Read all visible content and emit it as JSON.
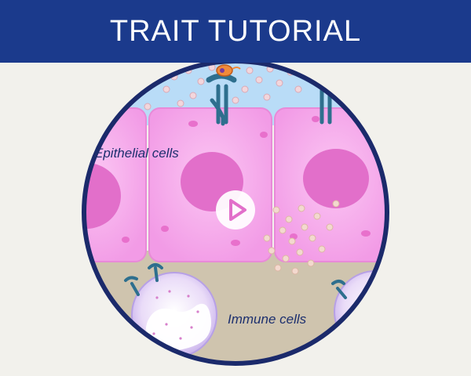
{
  "header": {
    "title": "TRAIT TUTORIAL"
  },
  "video": {
    "play_label": "Play",
    "labels": {
      "epithelial": "Epithelial cells",
      "immune": "Immune cells"
    }
  },
  "colors": {
    "header_bg": "#1b3a8c",
    "page_bg": "#f2f1ec",
    "circle_border": "#1b2a6b",
    "lumen": "#b9dcf7",
    "cell_fill": "#f7a8ea",
    "nucleus": "#e06bc8",
    "tissue": "#c8bda8",
    "receptor": "#2e6f8e",
    "immune_cell": "#e6d9f6"
  },
  "icons": {
    "play": "play-icon",
    "receptor": "receptor-icon",
    "bacterium": "bacterium-icon"
  }
}
